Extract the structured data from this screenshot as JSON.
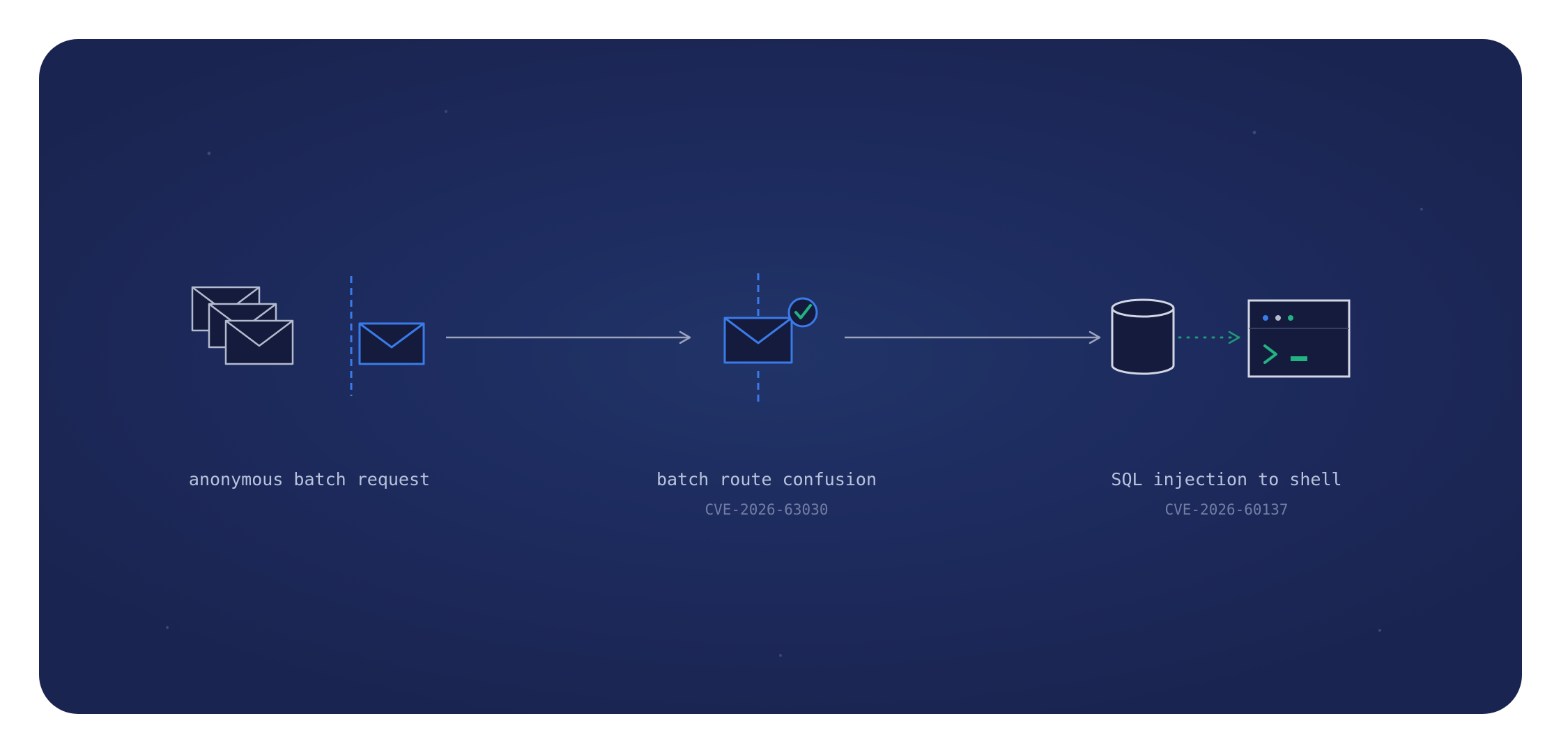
{
  "stages": [
    {
      "label": "anonymous batch request",
      "cve": ""
    },
    {
      "label": "batch route confusion",
      "cve": "CVE-2026-63030"
    },
    {
      "label": "SQL injection to shell",
      "cve": "CVE-2026-60137"
    }
  ],
  "colors": {
    "background": "#1d2b5e",
    "blue_accent": "#3a7bea",
    "green_accent": "#22b382",
    "neutral_stroke": "#b4bbcf",
    "icon_fill": "#151b3c"
  },
  "icons": [
    "envelope-stack-icon",
    "envelope-icon",
    "validated-envelope-icon",
    "check-icon",
    "database-icon",
    "terminal-icon"
  ]
}
